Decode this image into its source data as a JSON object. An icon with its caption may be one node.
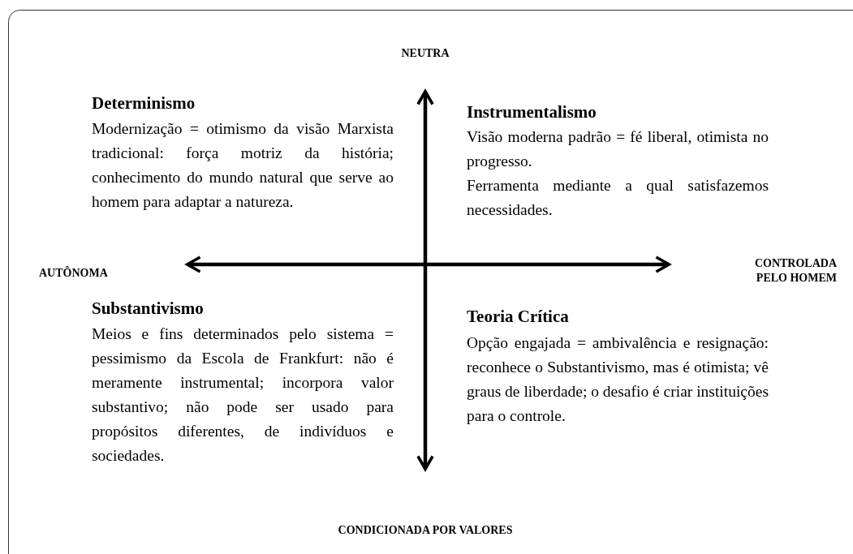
{
  "diagram": {
    "labels": [
      "NEUTRA",
      "Determinismo",
      "Modernização = otimismo da visão Marxista tradicional: força motriz da história; conhecimento do mundo natural que serve ao homem para adaptar a natureza.",
      "Instrumentalismo",
      "Visão moderna padrão = fé liberal, otimista no progresso.",
      "Ferramenta mediante a qual satisfazemos necessidades.",
      "AUTÔNOMA",
      "CONTROLADA PELO HOMEM",
      "Substantivismo",
      "Meios e fins determinados pelo sistema = pessimismo da Escola de Frankfurt: não é meramente instrumental; incorpora valor substantivo; não pode ser usado para propósitos diferentes, de indivíduos e sociedades.",
      "Teoria Crítica",
      "Opção engajada = ambivalência e resignação: reconhece o Substantivismo, mas é otimista; vê graus de liberdade; o desafio é criar instituições para o controle.",
      "CONDICIONADA POR VALORES"
    ]
  }
}
